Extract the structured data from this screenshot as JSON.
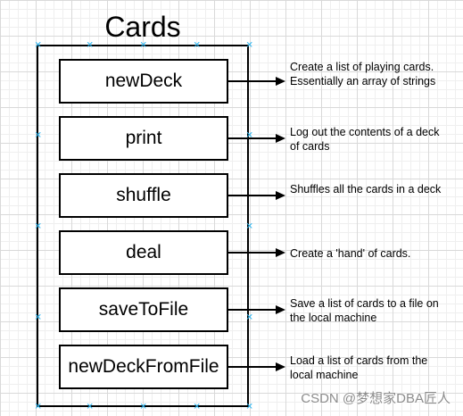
{
  "diagram": {
    "title": "Cards",
    "methods": [
      {
        "name": "newDeck",
        "description": "Create a list of playing cards.  Essentially an array of strings"
      },
      {
        "name": "print",
        "description": "Log out the contents of a deck of cards"
      },
      {
        "name": "shuffle",
        "description": "Shuffles all the cards in a deck"
      },
      {
        "name": "deal",
        "description": "Create a 'hand' of cards."
      },
      {
        "name": "saveToFile",
        "description": "Save a list of cards to a file on the local machine"
      },
      {
        "name": "newDeckFromFile",
        "description": "Load a list of cards from the local machine"
      }
    ]
  },
  "watermark": "CSDN @梦想家DBA匠人",
  "colors": {
    "handle": "#29b6f2",
    "stroke": "#000000"
  }
}
